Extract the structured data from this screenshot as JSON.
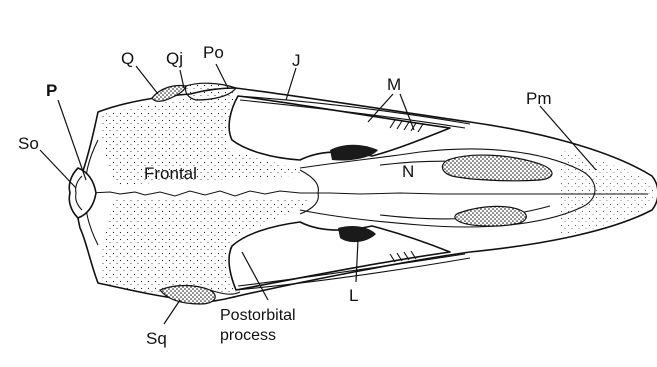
{
  "labels": {
    "P": "P",
    "So": "So",
    "Q": "Q",
    "Qj": "Qj",
    "Po": "Po",
    "J": "J",
    "M": "M",
    "Pm": "Pm",
    "Frontal": "Frontal",
    "N": "N",
    "L": "L",
    "Sq": "Sq",
    "postorbital_line1": "Postorbital",
    "postorbital_line2": "process"
  },
  "colors": {
    "ink": "#111111",
    "background": "#ffffff"
  }
}
